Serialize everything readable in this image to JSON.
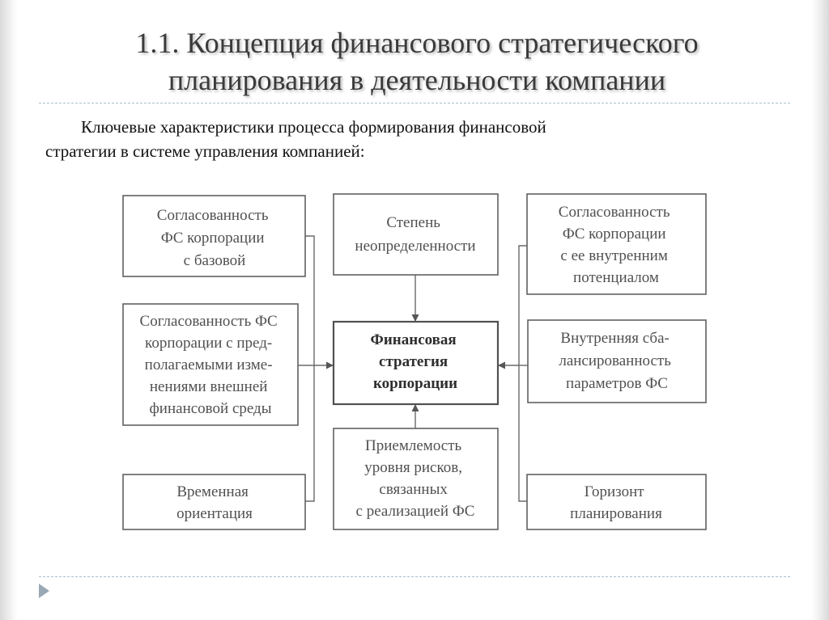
{
  "slide": {
    "title_lines": [
      "1.1. Концепция финансового стратегического",
      "планирования в деятельности компании"
    ],
    "subtitle_lines": [
      "Ключевые характеристики процесса формирования финансовой",
      "стратегии в системе управления компанией:"
    ]
  },
  "diagram": {
    "center": {
      "lines": [
        "Финансовая",
        "стратегия",
        "корпорации"
      ]
    },
    "boxes": {
      "left_top": {
        "lines": [
          "Согласованность",
          "ФС корпорации",
          "с базовой"
        ]
      },
      "left_mid": {
        "lines": [
          "Согласованность ФС",
          "корпорации с пред-",
          "полагаемыми изме-",
          "нениями внешней",
          "финансовой среды"
        ]
      },
      "left_bottom": {
        "lines": [
          "Временная",
          "ориентация"
        ]
      },
      "top_center": {
        "lines": [
          "Степень",
          "неопределенности"
        ]
      },
      "bottom_center": {
        "lines": [
          "Приемлемость",
          "уровня рисков,",
          "связанных",
          "с реализацией ФС"
        ]
      },
      "right_top": {
        "lines": [
          "Согласованность",
          "ФС корпорации",
          "с ее внутренним",
          "потенциалом"
        ]
      },
      "right_mid": {
        "lines": [
          "Внутренняя сба-",
          "лансированность",
          "параметров ФС"
        ]
      },
      "right_bottom": {
        "lines": [
          "Горизонт",
          "планирования"
        ]
      }
    }
  }
}
